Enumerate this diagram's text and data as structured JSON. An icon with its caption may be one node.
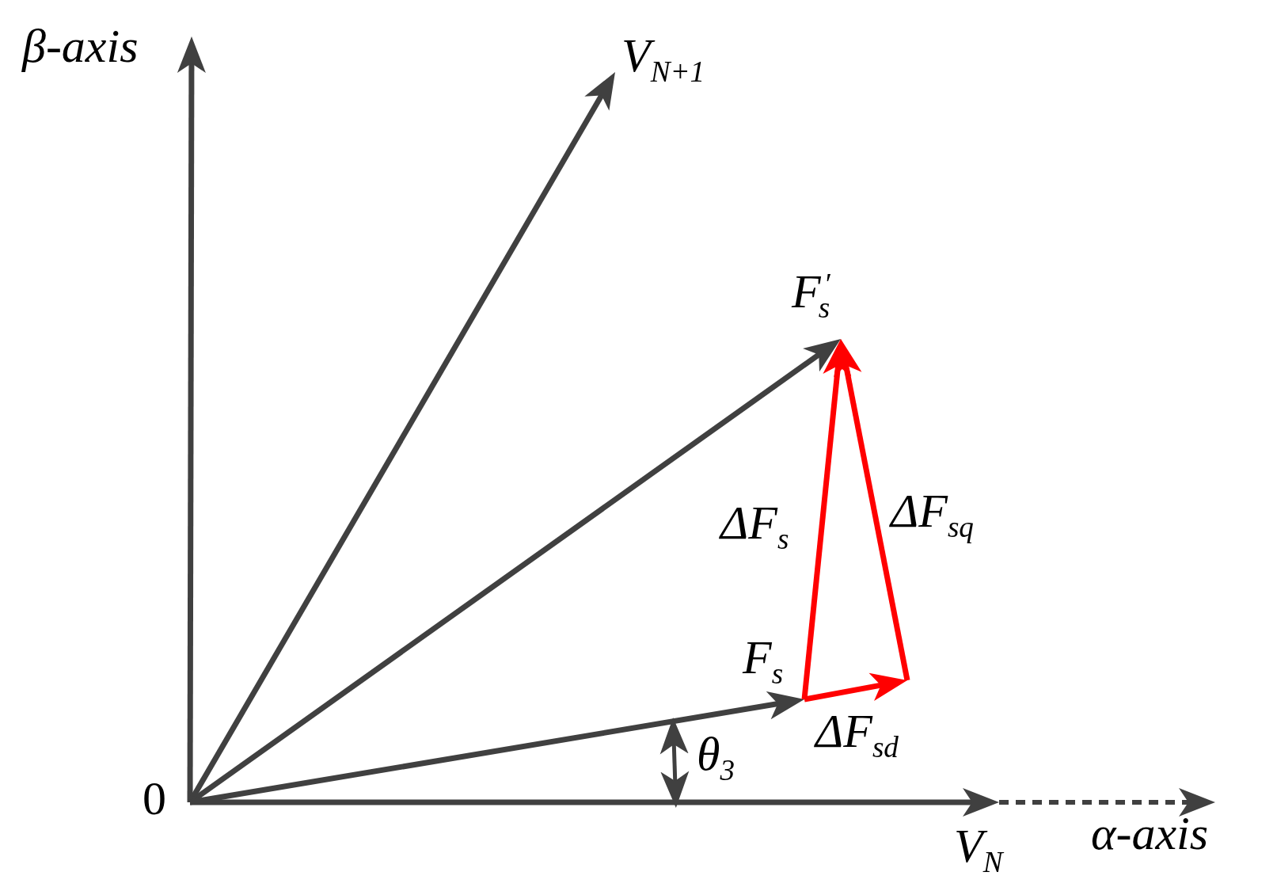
{
  "diagram": {
    "nodes": [
      {
        "text": [
          "0"
        ]
      },
      {
        "text": [
          "β-axis"
        ]
      },
      {
        "text": [
          "V$_{N+1}$"
        ]
      },
      {
        "text": [
          "F$^{′}$$_{s}$"
        ]
      },
      {
        "text": [
          "F$_{s}$"
        ]
      },
      {
        "text": [
          "V$_{N}$"
        ]
      },
      {
        "text": [
          "α-axis"
        ]
      },
      {
        "text": [
          "ΔF$_{sd}$"
        ]
      }
    ],
    "edges": [
      {
        "from": 0,
        "to": 1,
        "arrow": "to"
      },
      {
        "from": 0,
        "to": 2,
        "arrow": "to"
      },
      {
        "from": 0,
        "to": 3,
        "arrow": "to"
      },
      {
        "from": 0,
        "to": 4,
        "arrow": "to"
      },
      {
        "from": 0,
        "to": 5,
        "arrow": "to"
      },
      {
        "from": 5,
        "to": 6,
        "arrow": "to",
        "style": "dashed"
      },
      {
        "from": 4,
        "to": 3,
        "arrow": "to",
        "label": "ΔF$_{s}$",
        "color": "#ff0000"
      },
      {
        "from": 4,
        "to": 7,
        "arrow": "to",
        "color": "#ff0000"
      },
      {
        "from": 7,
        "to": 3,
        "arrow": "to",
        "label": "ΔF$_{sq}$",
        "color": "#ff0000"
      }
    ],
    "labels": [
      "θ$_{3}$"
    ]
  }
}
